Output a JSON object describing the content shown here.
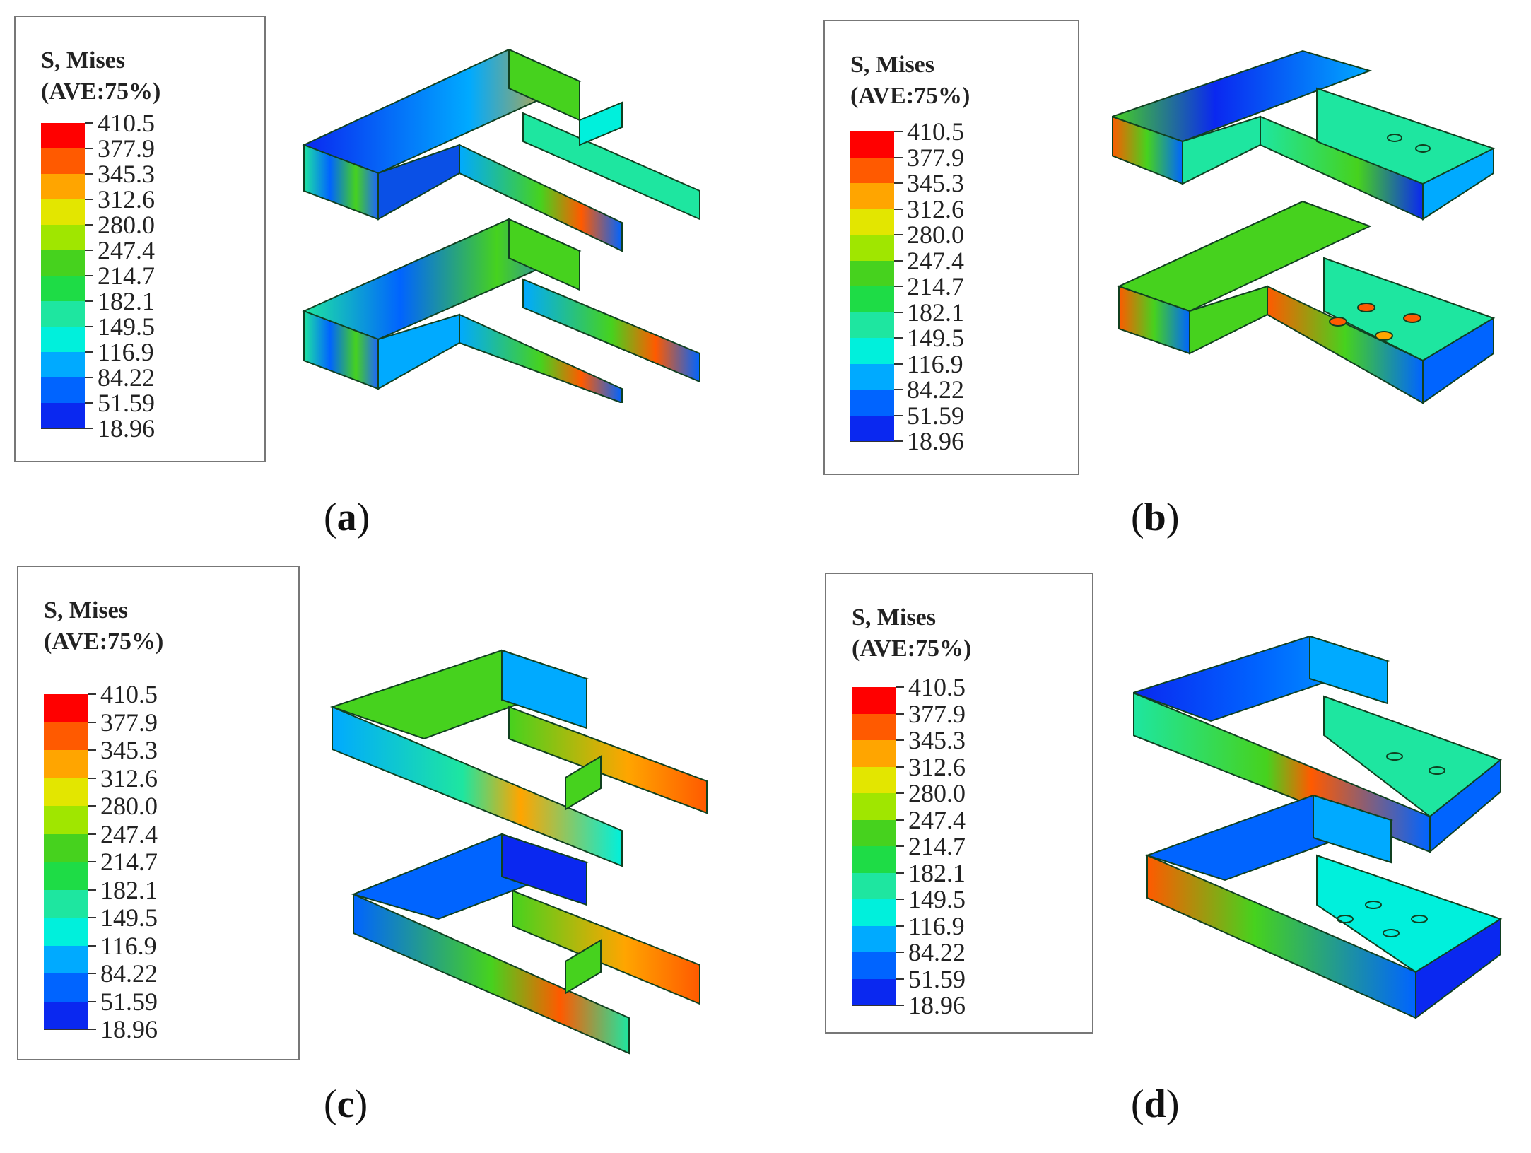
{
  "legend": {
    "title_line1": "S, Mises",
    "title_line2": "(AVE:75%)",
    "values": [
      "410.5",
      "377.9",
      "345.3",
      "312.6",
      "280.0",
      "247.4",
      "214.7",
      "182.1",
      "149.5",
      "116.9",
      "84.22",
      "51.59",
      "18.96"
    ],
    "band_colors": [
      "#ff0000",
      "#ff5a00",
      "#ffa500",
      "#e3e600",
      "#a0e600",
      "#46d21e",
      "#1edc46",
      "#1ee6a0",
      "#00f0dc",
      "#00aaff",
      "#0064ff",
      "#0a28f0"
    ]
  },
  "panels": [
    {
      "id": "a",
      "caption_letter": "a"
    },
    {
      "id": "b",
      "caption_letter": "b"
    },
    {
      "id": "c",
      "caption_letter": "c"
    },
    {
      "id": "d",
      "caption_letter": "d"
    }
  ],
  "caption_open": "(",
  "caption_close": ")"
}
